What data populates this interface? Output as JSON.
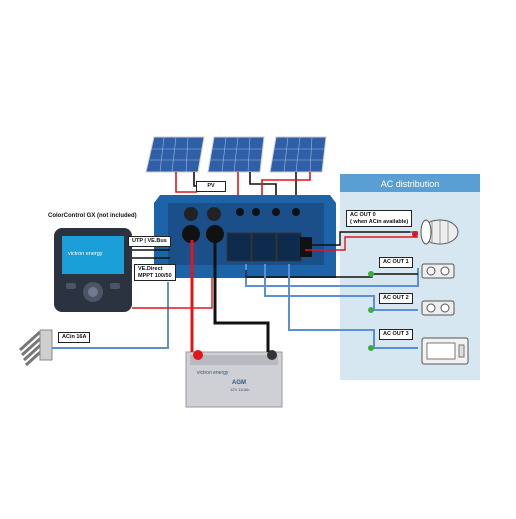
{
  "labels": {
    "pv": "PV",
    "color_control": "ColorControl GX (not included)",
    "utp": "UTP | VE.Bus",
    "vedirect_line1": "VE.Direct",
    "vedirect_line2": "MPPT 100/50",
    "ac_in": "ACin 16A",
    "ac_out0_line1": "AC OUT 0",
    "ac_out0_line2": "( when ACin available)",
    "ac_out1": "AC OUT 1",
    "ac_out2": "AC OUT 2",
    "ac_out3": "AC OUT 3"
  },
  "ac_distribution": {
    "title": "AC distribution"
  },
  "device_branding": {
    "color_control_brand": "victron energy",
    "battery_brand": "victron energy",
    "battery_model": "AGM",
    "battery_sub": "12V 110Ah"
  },
  "colors": {
    "wire_blue": "#5b8fd6",
    "wire_red": "#e0161a",
    "wire_black": "#111111",
    "panel_bg": "#d7e7f2",
    "panel_title": "#5a9fd4",
    "device_blue": "#1c63a8"
  },
  "icons": [
    "solar-panel-icon",
    "multiplus-inverter-icon",
    "display-icon",
    "battery-icon",
    "cable-reel-icon",
    "socket-icon",
    "microwave-icon",
    "plug-icon"
  ]
}
